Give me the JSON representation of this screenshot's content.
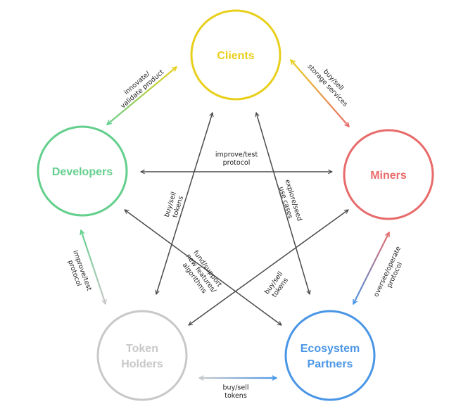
{
  "nodes": {
    "clients": {
      "lines": [
        "Clients"
      ],
      "color": "#e8cf1c"
    },
    "developers": {
      "lines": [
        "Developers"
      ],
      "color": "#63cf8c"
    },
    "miners": {
      "lines": [
        "Miners"
      ],
      "color": "#e86a6a"
    },
    "holders": {
      "lines": [
        "Token",
        "Holders"
      ],
      "color": "#c8c8c8"
    },
    "partners": {
      "lines": [
        "Ecosystem",
        "Partners"
      ],
      "color": "#4a96e6"
    }
  },
  "edges": {
    "dev_clients": {
      "lines": [
        "innovate/",
        "validate product"
      ]
    },
    "clients_miners": {
      "lines": [
        "buy/sell",
        "storage services"
      ]
    },
    "dev_miners": {
      "lines": [
        "improve/test",
        "protocol"
      ]
    },
    "dev_holders": {
      "lines": [
        "improve/test",
        "protocol"
      ]
    },
    "miners_partners": {
      "lines": [
        "oversee/operate",
        "protocol"
      ]
    },
    "holders_partners": {
      "lines": [
        "buy/sell",
        "tokens"
      ]
    },
    "clients_holders": {
      "lines": [
        "buy/sell",
        "tokens"
      ]
    },
    "clients_partners": {
      "lines": [
        "explore/seed",
        "use cases"
      ]
    },
    "dev_partners": {
      "lines": [
        "fund/support",
        "new features/",
        "algorithms"
      ]
    },
    "miners_holders": {
      "lines": [
        "buy/sell",
        "tokens"
      ]
    }
  },
  "colors": {
    "arrow_dark": "#4a4a4a"
  }
}
